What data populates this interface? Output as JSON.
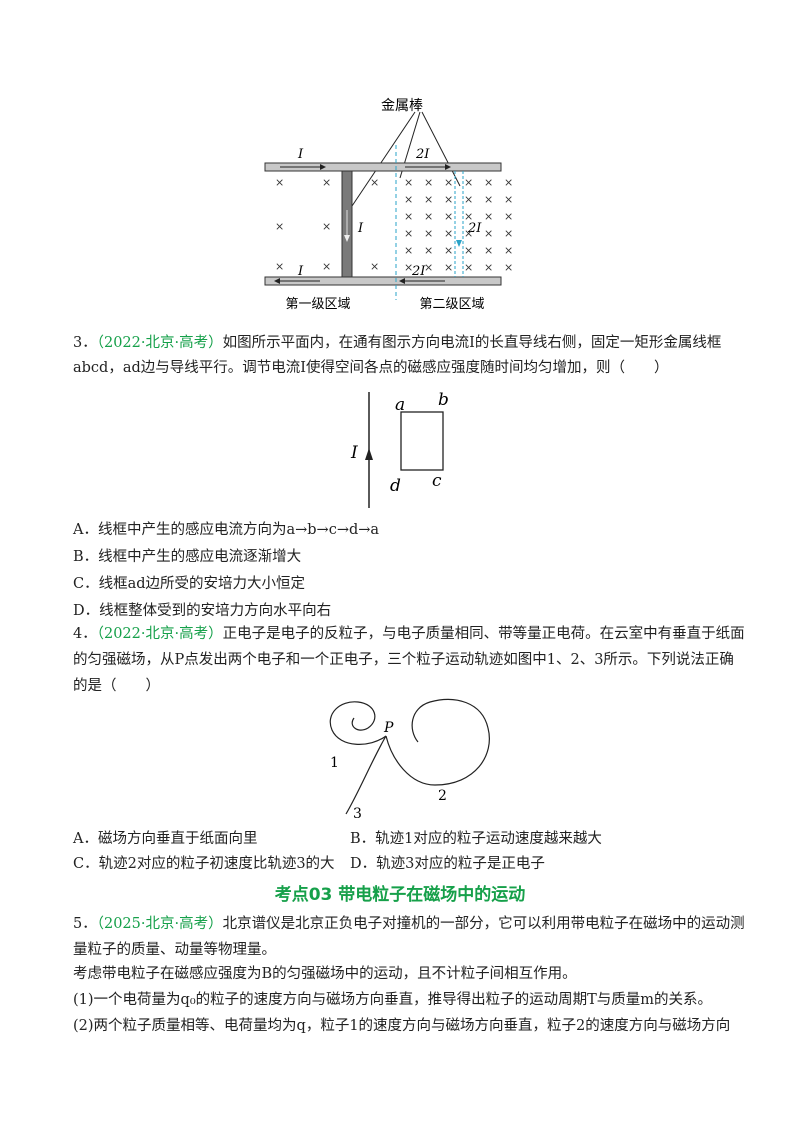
{
  "fig1": {
    "metal_rod_label": "金属棒",
    "current_top_left": "I",
    "current_top_right": "2I",
    "current_rod": "I",
    "current_right_vertical": "2I",
    "current_bottom_left": "I",
    "current_bottom_right": "2I",
    "region1_label": "第一级区域",
    "region2_label": "第二级区域",
    "field_mark": "×"
  },
  "q3": {
    "number": "3．",
    "source": "（2022·北京·高考）",
    "text_line1": "如图所示平面内，在通有图示方向电流I的长直导线右侧，固定一矩形金属线框",
    "text_line2": "abcd，ad边与导线平行。调节电流I使得空间各点的磁感应强度随时间均匀增加，则（　　）",
    "figure": {
      "current": "I",
      "a": "a",
      "b": "b",
      "c": "c",
      "d": "d"
    },
    "options": [
      "A．线框中产生的感应电流方向为a→b→c→d→a",
      "B．线框中产生的感应电流逐渐增大",
      "C．线框ad边所受的安培力大小恒定",
      "D．线框整体受到的安培力方向水平向右"
    ]
  },
  "q4": {
    "number": "4．",
    "source": "（2022·北京·高考）",
    "text_line1": "正电子是电子的反粒子，与电子质量相同、带等量正电荷。在云室中有垂直于纸面",
    "text_line2": "的匀强磁场，从P点发出两个电子和一个正电子，三个粒子运动轨迹如图中1、2、3所示。下列说法正确",
    "text_line3": "的是（　　）",
    "figure": {
      "point": "P",
      "track1": "1",
      "track2": "2",
      "track3": "3"
    },
    "options": [
      "A．磁场方向垂直于纸面向里",
      "B．轨迹1对应的粒子运动速度越来越大",
      "C．轨迹2对应的粒子初速度比轨迹3的大",
      "D．轨迹3对应的粒子是正电子"
    ]
  },
  "section": {
    "title": "考点03  带电粒子在磁场中的运动"
  },
  "q5": {
    "number": "5．",
    "source": "（2025·北京·高考）",
    "text_line1": "北京谱仪是北京正负电子对撞机的一部分，它可以利用带电粒子在磁场中的运动测",
    "text_line2": "量粒子的质量、动量等物理量。",
    "text_line3": "考虑带电粒子在磁感应强度为B的匀强磁场中的运动，且不计粒子间相互作用。",
    "text_line4": "(1)一个电荷量为q₀的粒子的速度方向与磁场方向垂直，推导得出粒子的运动周期T与质量m的关系。",
    "text_line5": "(2)两个粒子质量相等、电荷量均为q，粒子1的速度方向与磁场方向垂直，粒子2的速度方向与磁场方向"
  }
}
